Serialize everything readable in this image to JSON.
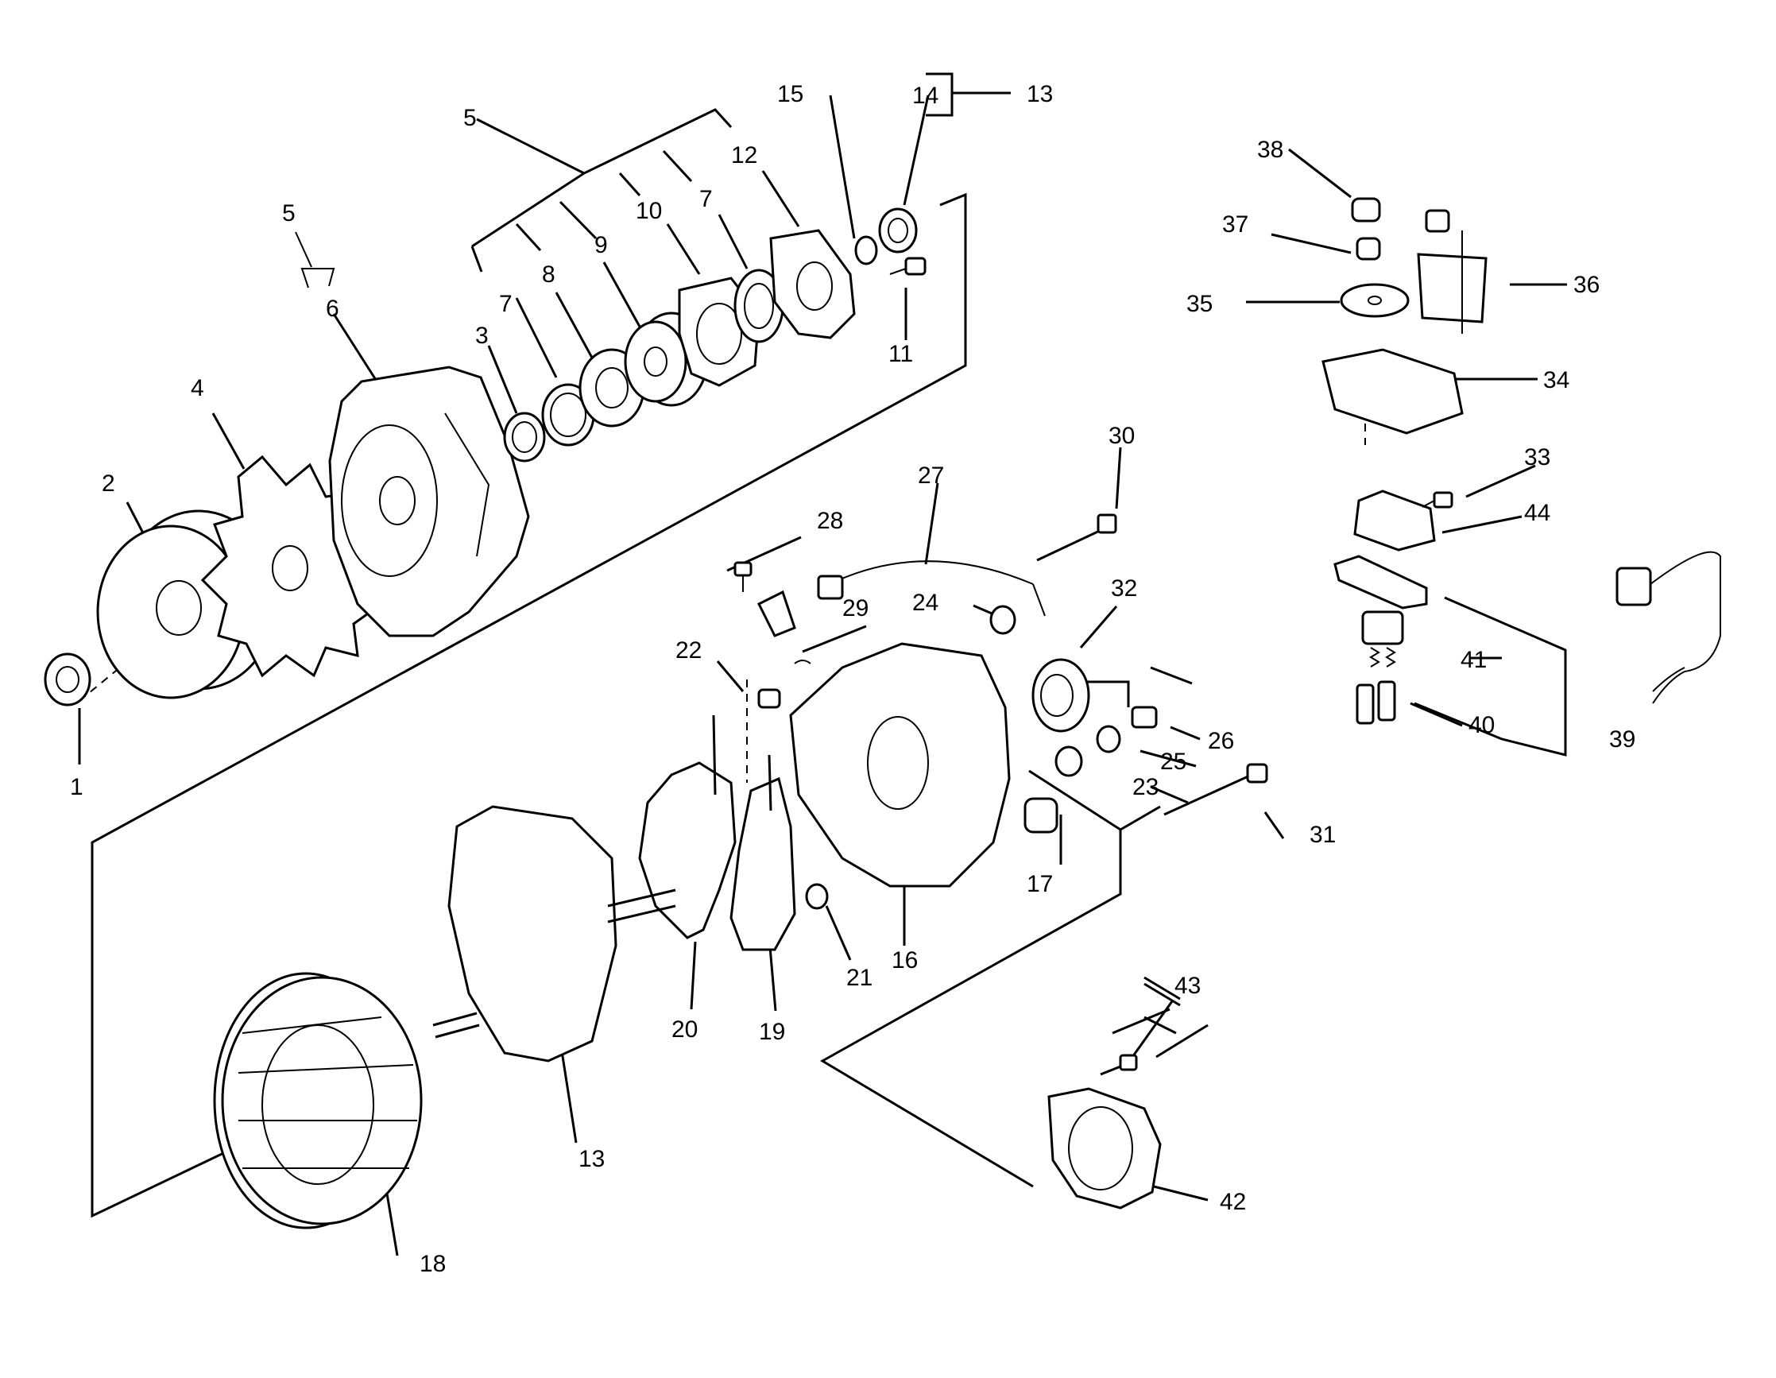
{
  "diagram": {
    "callouts": {
      "c1": "1",
      "c2": "2",
      "c3": "3",
      "c4": "4",
      "c5a": "5",
      "c5b": "5",
      "c6": "6",
      "c7a": "7",
      "c7b": "7",
      "c8": "8",
      "c9": "9",
      "c10": "10",
      "c11": "11",
      "c12": "12",
      "c13a": "13",
      "c13b": "13",
      "c14": "14",
      "c15": "15",
      "c16": "16",
      "c17": "17",
      "c18": "18",
      "c19": "19",
      "c20": "20",
      "c21": "21",
      "c22": "22",
      "c23": "23",
      "c24": "24",
      "c25": "25",
      "c26": "26",
      "c27": "27",
      "c28": "28",
      "c29": "29",
      "c30": "30",
      "c31": "31",
      "c32": "32",
      "c33": "33",
      "c34": "34",
      "c35": "35",
      "c36": "36",
      "c37": "37",
      "c38": "38",
      "c39": "39",
      "c40": "40",
      "c41": "41",
      "c42": "42",
      "c43": "43",
      "c44": "44"
    }
  }
}
